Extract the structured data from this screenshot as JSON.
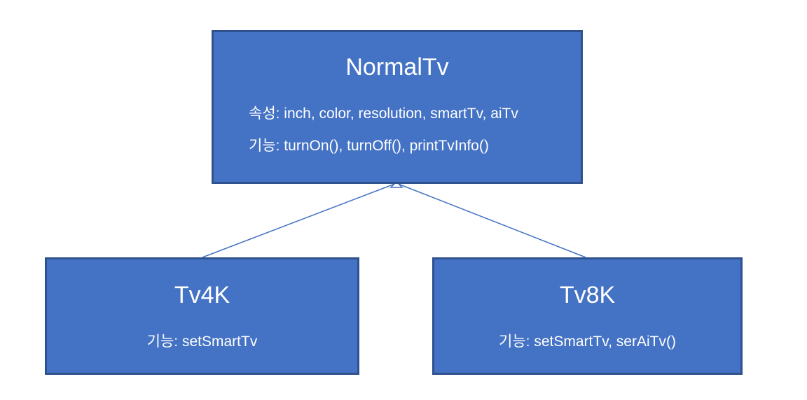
{
  "normal_tv": {
    "title": "NormalTv",
    "attributes_line": "속성: inch, color, resolution, smartTv, aiTv",
    "functions_line": "기능: turnOn(), turnOff(), printTvInfo()"
  },
  "tv4k": {
    "title": "Tv4K",
    "functions_line": "기능: setSmartTv"
  },
  "tv8k": {
    "title": "Tv8K",
    "functions_line": "기능: setSmartTv, serAiTv()"
  },
  "colors": {
    "box_fill": "#4472c4",
    "box_border": "#2f528f",
    "connector": "#4472c4",
    "text": "#ffffff"
  }
}
